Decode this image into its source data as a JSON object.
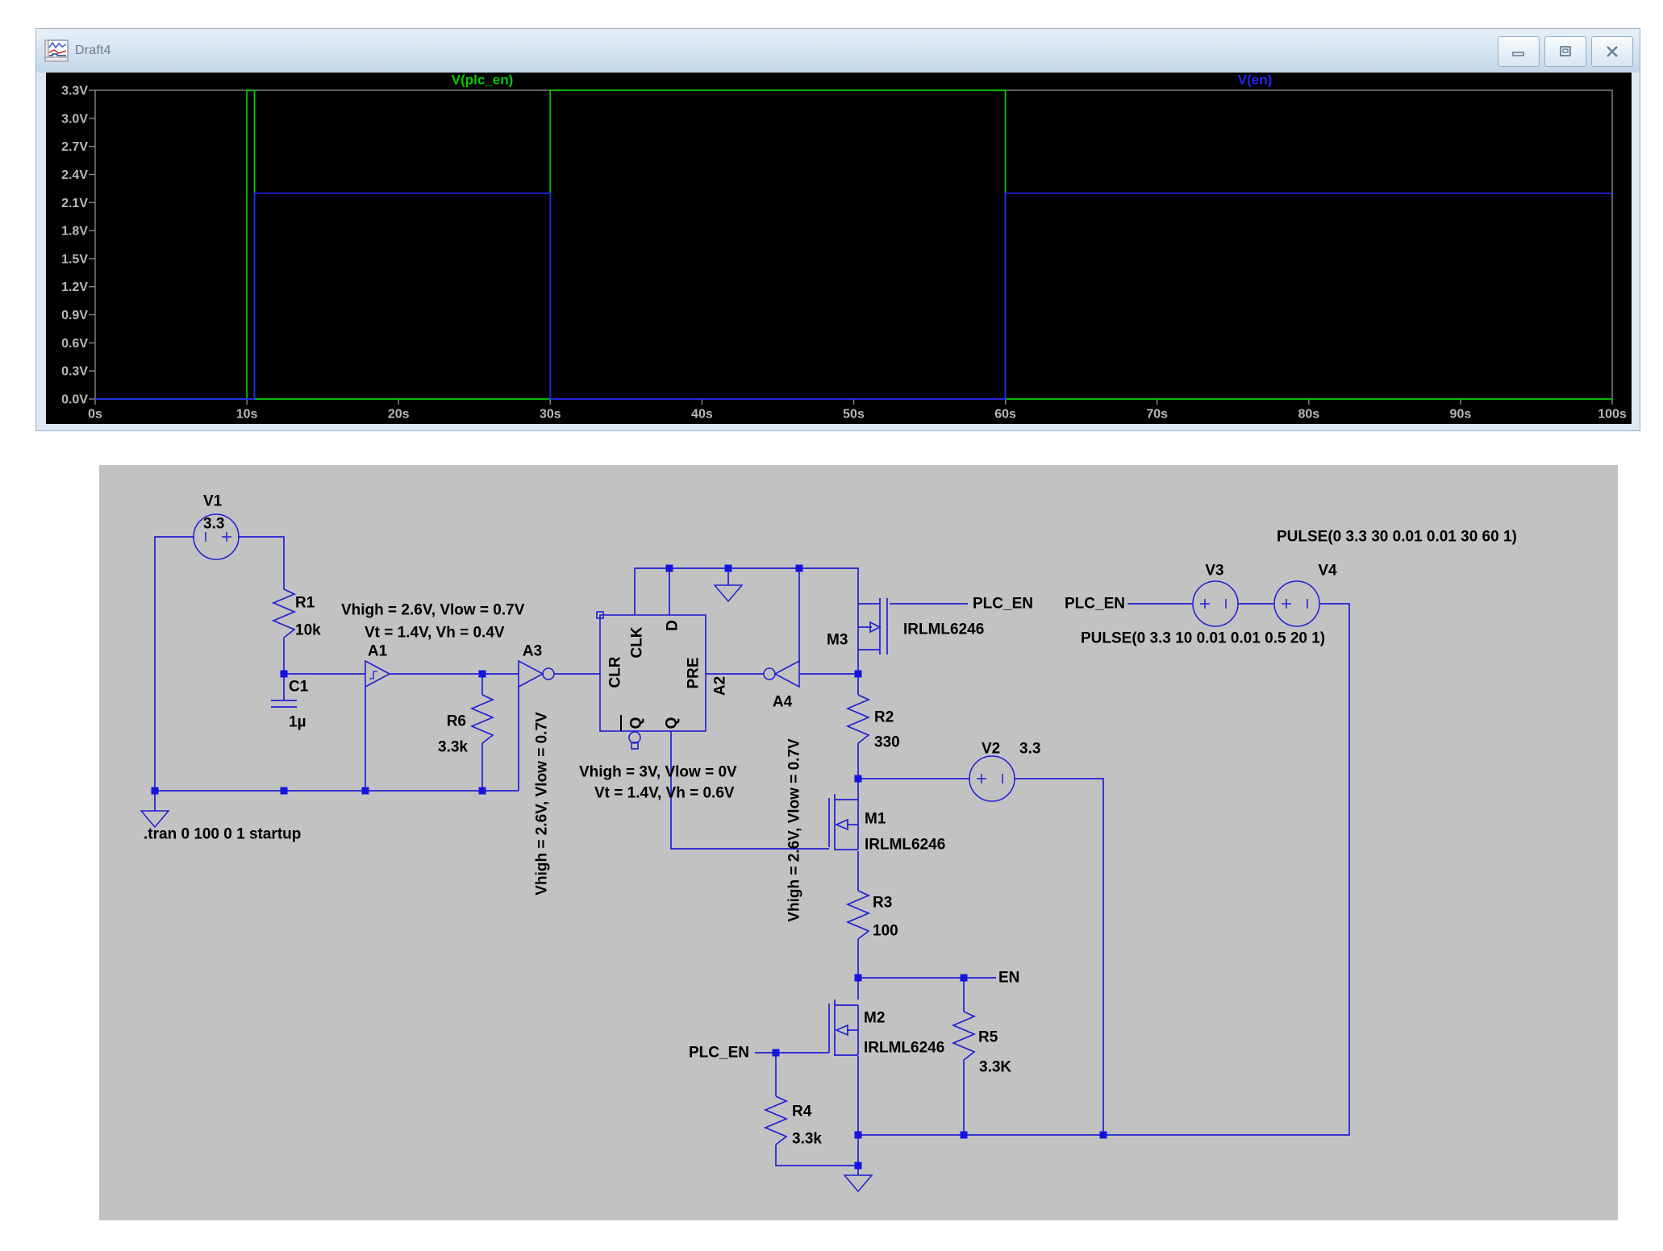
{
  "window": {
    "title": "Draft4",
    "icon": "waveform-plot-icon",
    "buttons": [
      "minimize",
      "restore",
      "close"
    ]
  },
  "chart_data": {
    "type": "line",
    "title": "",
    "xlabel": "",
    "ylabel": "",
    "xlim": [
      0,
      100
    ],
    "ylim": [
      0,
      3.3
    ],
    "grid": "box-only",
    "background": "#000000",
    "axis_text_color": "#b8b8b8",
    "box_color": "#878787",
    "x_tick_labels": [
      "0s",
      "10s",
      "20s",
      "30s",
      "40s",
      "50s",
      "60s",
      "70s",
      "80s",
      "90s",
      "100s"
    ],
    "x_tick_values": [
      0,
      10,
      20,
      30,
      40,
      50,
      60,
      70,
      80,
      90,
      100
    ],
    "y_tick_labels": [
      "0.0V",
      "0.3V",
      "0.6V",
      "0.9V",
      "1.2V",
      "1.5V",
      "1.8V",
      "2.1V",
      "2.4V",
      "2.7V",
      "3.0V",
      "3.3V"
    ],
    "y_tick_values": [
      0,
      0.3,
      0.6,
      0.9,
      1.2,
      1.5,
      1.8,
      2.1,
      2.4,
      2.7,
      3.0,
      3.3
    ],
    "legend_position": "top-inside",
    "series": [
      {
        "name": "V(plc_en)",
        "color": "#00cc00",
        "legend_x": 597,
        "points": [
          [
            0,
            0
          ],
          [
            10,
            0
          ],
          [
            10,
            3.3
          ],
          [
            10.5,
            3.3
          ],
          [
            10.5,
            0
          ],
          [
            30,
            0
          ],
          [
            30,
            3.3
          ],
          [
            60,
            3.3
          ],
          [
            60,
            0
          ],
          [
            100,
            0
          ]
        ]
      },
      {
        "name": "V(en)",
        "color": "#2424ff",
        "legend_x": 1555,
        "points": [
          [
            0,
            0
          ],
          [
            10.5,
            0
          ],
          [
            10.5,
            2.2
          ],
          [
            30,
            2.2
          ],
          [
            30,
            0
          ],
          [
            60,
            0
          ],
          [
            60,
            2.2
          ],
          [
            100,
            2.2
          ]
        ]
      }
    ]
  },
  "schematic": {
    "background": "#c2c2c2",
    "wire_color": "#2020d2",
    "text_color": "#000000",
    "labels": {
      "v1_name": "V1",
      "v1_value": "3.3",
      "r1_name": "R1",
      "r1_value": "10k",
      "comment1a": "Vhigh = 2.6V, Vlow = 0.7V",
      "comment1b": "Vt = 1.4V, Vh = 0.4V",
      "c1_name": "C1",
      "c1_value": "1µ",
      "a1_name": "A1",
      "a3_name": "A3",
      "r6_name": "R6",
      "r6_value": "3.3k",
      "rot_text_left": "Vhigh = 2.6V, Vlow = 0.7V",
      "tran_directive": ".tran 0 100 0 1 startup",
      "ff_pin_clk": "CLK",
      "ff_pin_d": "D",
      "ff_pin_clr": "CLR",
      "ff_pin_pre": "PRE",
      "ff_pin_q": "Q",
      "ff_pin_qbar": "Q",
      "ff_name": "A2",
      "comment2a": "Vhigh = 3V, Vlow = 0V",
      "comment2b": "Vt = 1.4V, Vh = 0.6V",
      "rot_text_right": "Vhigh = 2.6V, Vlow = 0.7V",
      "a4_name": "A4",
      "m3_name": "M3",
      "m3_value": "IRLML6246",
      "plc_en_label_1": "PLC_EN",
      "plc_en_label_2": "PLC_EN",
      "plc_en_label_3": "PLC_EN",
      "v3_name": "V3",
      "v4_name": "V4",
      "v4_pulse": "PULSE(0 3.3 30 0.01 0.01 30 60 1)",
      "v3_pulse": "PULSE(0 3.3 10 0.01 0.01 0.5 20 1)",
      "r2_name": "R2",
      "r2_value": "330",
      "v2_name": "V2",
      "v2_value": "3.3",
      "m1_name": "M1",
      "m1_value": "IRLML6246",
      "r3_name": "R3",
      "r3_value": "100",
      "en_label": "EN",
      "r5_name": "R5",
      "r5_value": "3.3K",
      "m2_name": "M2",
      "m2_value": "IRLML6246",
      "r4_name": "R4",
      "r4_value": "3.3k"
    }
  }
}
